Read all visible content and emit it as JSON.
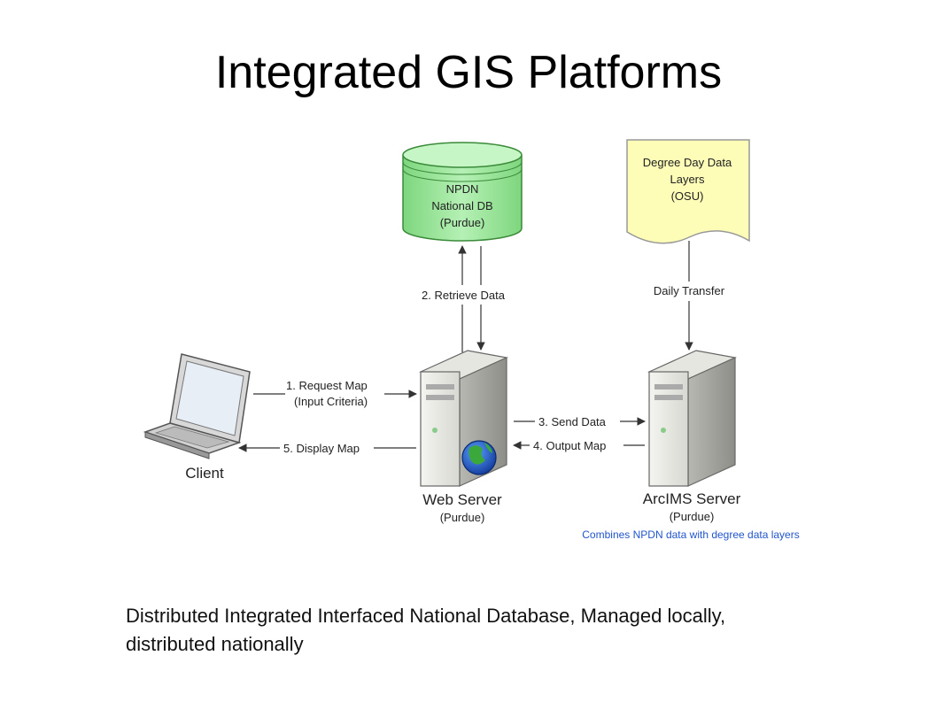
{
  "slide": {
    "title": "Integrated GIS Platforms",
    "footer": "Distributed Integrated Interfaced National Database, Managed locally, distributed nationally"
  },
  "diagram": {
    "database": {
      "line1": "NPDN",
      "line2": "National DB",
      "line3": "(Purdue)",
      "color": "#9fe89f"
    },
    "document": {
      "line1": "Degree Day Data",
      "line2": "Layers",
      "line3": "(OSU)",
      "color": "#fdfdb8"
    },
    "client": {
      "label": "Client"
    },
    "web_server": {
      "label": "Web Server",
      "sublabel": "(Purdue)"
    },
    "arcims_server": {
      "label": "ArcIMS Server",
      "sublabel": "(Purdue)",
      "note": "Combines NPDN data with degree data layers",
      "note_color": "#2255cc"
    },
    "flows": {
      "retrieve": "2. Retrieve Data",
      "daily": "Daily Transfer",
      "request_line1": "1.  Request Map",
      "request_line2": "(Input Criteria)",
      "display": "5. Display Map",
      "send": "3. Send Data",
      "output": "4.  Output Map"
    }
  }
}
